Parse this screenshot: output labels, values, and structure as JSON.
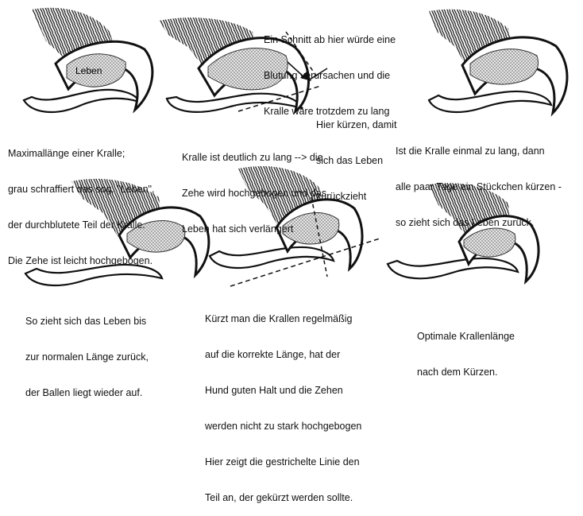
{
  "panels": [
    {
      "id": "p1",
      "lines": [
        "Maximallänge einer Kralle;",
        "grau schraffiert das sog. \"Leben\",",
        "der durchblutete Teil der Kralle.",
        "Die Zehe ist leicht hochgebogen."
      ],
      "inner_label": "Leben"
    },
    {
      "id": "p2",
      "lines": [
        "Kralle ist deutlich zu lang --> die",
        "Zehe wird hochgebogen und das",
        "Leben hat sich verlängert"
      ],
      "top_note": [
        "Ein Schnitt ab hier würde eine",
        "Blutung verursachen und die",
        "Kralle wäre trotzdem zu lang"
      ],
      "side_note": [
        "Hier kürzen, damit",
        "sich das Leben",
        "zurückzieht"
      ]
    },
    {
      "id": "p3",
      "lines": [
        "Ist die Kralle einmal zu lang, dann",
        "alle paar Tage ein Stückchen kürzen -",
        "so zieht sich das Leben zurück."
      ]
    },
    {
      "id": "p4",
      "lines": [
        "So zieht sich das Leben bis",
        "zur normalen Länge zurück,",
        "der Ballen liegt wieder auf."
      ]
    },
    {
      "id": "p5",
      "lines": [
        "Kürzt man die Krallen regelmäßig",
        "auf die korrekte Länge, hat der",
        "Hund guten Halt und die Zehen",
        "werden nicht zu stark hochgebogen",
        "Hier zeigt die gestrichelte Linie den",
        "Teil an, der gekürzt werden sollte."
      ]
    },
    {
      "id": "p6",
      "lines": [
        "Optimale Krallenlänge",
        "nach dem Kürzen."
      ]
    }
  ]
}
